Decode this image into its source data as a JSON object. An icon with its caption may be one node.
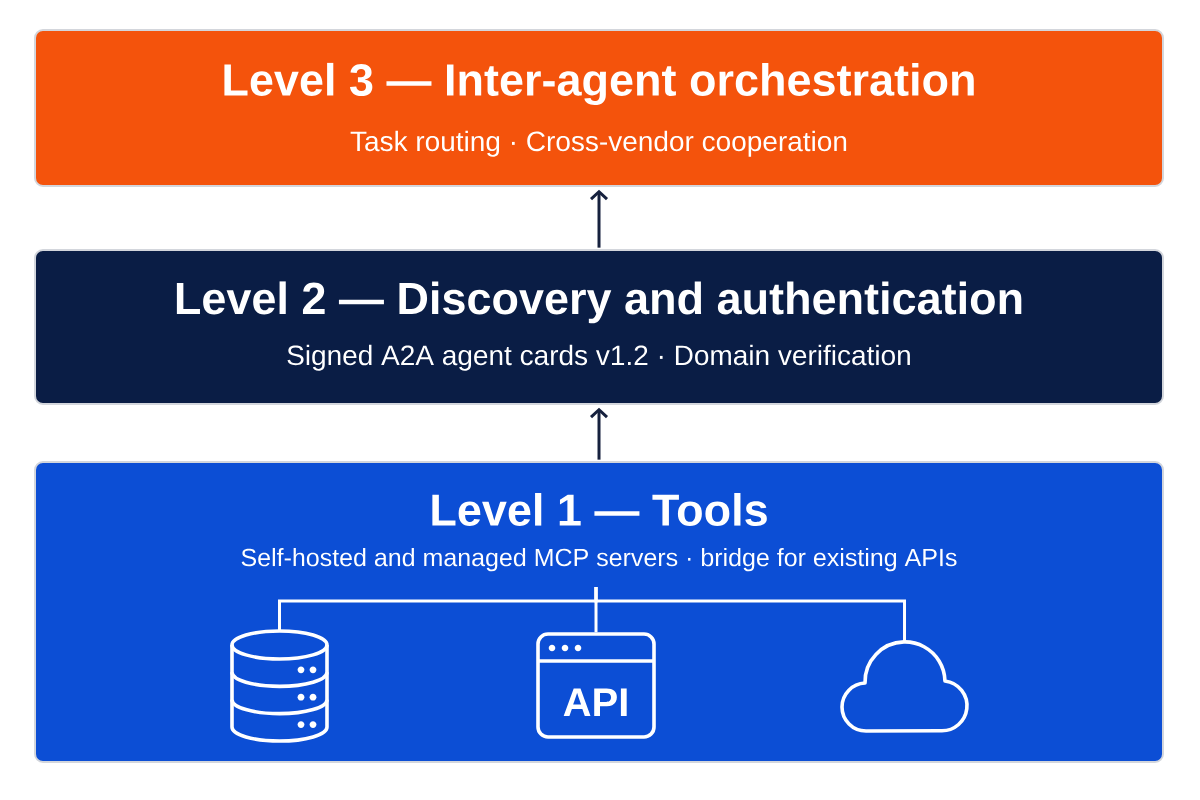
{
  "diagram": {
    "nodes": [
      {
        "text": [
          "Level 3 — Inter-agent orchestration",
          "Task routing · Cross-vendor cooperation"
        ]
      },
      {
        "text": [
          "Level 2 — Discovery and authentication",
          "Signed A2A agent cards v1.2 · Domain verification"
        ]
      },
      {
        "text": [
          "Level 1 — Tools",
          "Self-hosted and managed MCP servers · bridge for existing APIs"
        ]
      },
      {
        "text": [],
        "shape": "cylinder",
        "in": 2
      },
      {
        "text": [
          "API"
        ],
        "in": 2
      },
      {
        "text": [],
        "shape": "cloud",
        "in": 2
      }
    ],
    "edges": [
      {
        "from": 1,
        "to": 0,
        "arrow": "to",
        "color": "#16213e"
      },
      {
        "from": 2,
        "to": 1,
        "arrow": "to",
        "color": "#16213e"
      },
      {
        "from": null,
        "to": 3,
        "arrow": "none"
      },
      {
        "from": null,
        "to": 4,
        "arrow": "none"
      },
      {
        "from": null,
        "to": 5,
        "arrow": "none"
      }
    ]
  }
}
